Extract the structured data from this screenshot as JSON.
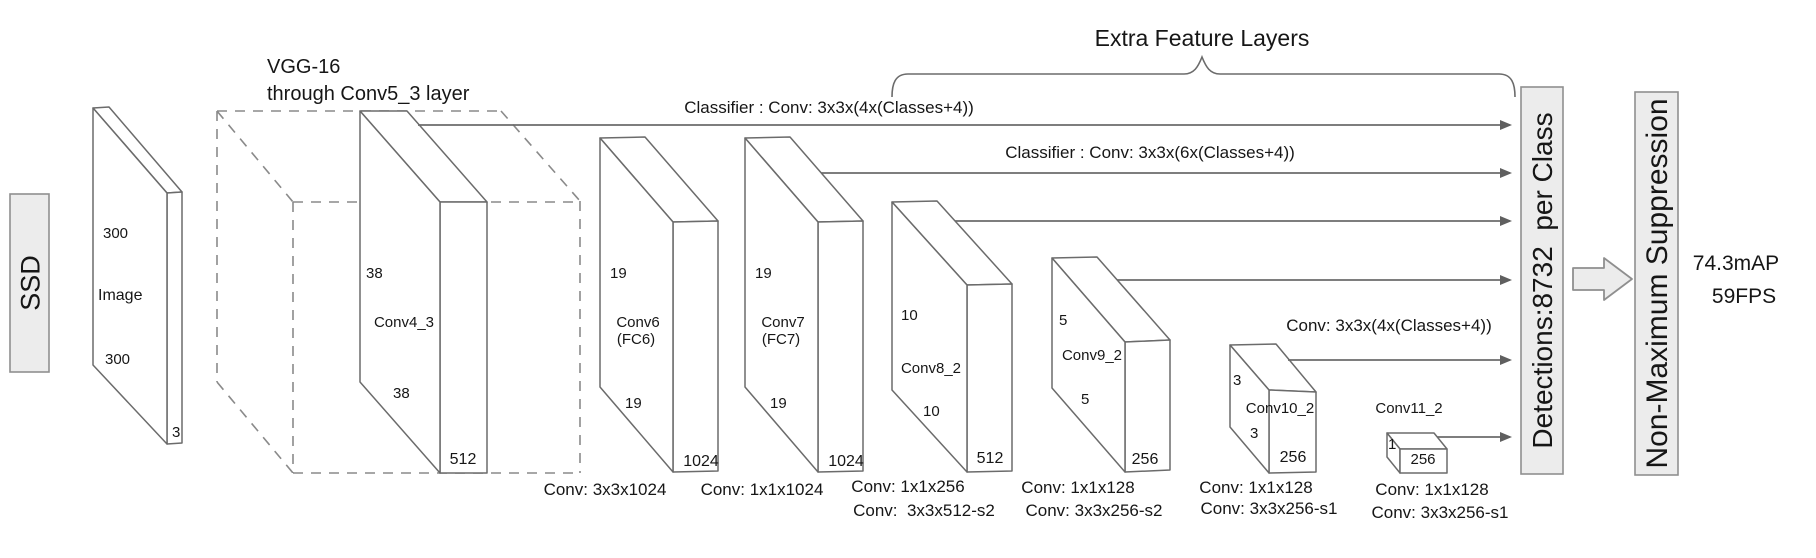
{
  "colors": {
    "line": "#6b6b6b",
    "dashed": "#8a8a8a",
    "box_fill": "#ececec",
    "box_border": "#8f8f8f",
    "face_fill": "#ffffff",
    "text": "#161616"
  },
  "diagram": {
    "model_label": "SSD",
    "input": {
      "name": "Image",
      "h": "300",
      "w": "300",
      "c": "3"
    },
    "vgg": {
      "title_line1": "VGG-16",
      "title_line2": "through Conv5_3 layer"
    },
    "extra_feature_layers_title": "Extra Feature Layers",
    "classifier1": "Classifier : Conv: 3x3x(4x(Classes+4))",
    "classifier2": "Classifier : Conv: 3x3x(6x(Classes+4))",
    "classifier3": "Conv: 3x3x(4x(Classes+4))",
    "layers": [
      {
        "name": "Conv4_3",
        "h": "38",
        "w": "38",
        "c": "512"
      },
      {
        "name": "Conv6",
        "sub": "(FC6)",
        "h": "19",
        "w": "19",
        "c": "1024",
        "op1": "Conv: 3x3x1024"
      },
      {
        "name": "Conv7",
        "sub": "(FC7)",
        "h": "19",
        "w": "19",
        "c": "1024",
        "op1": "Conv: 1x1x1024"
      },
      {
        "name": "Conv8_2",
        "h": "10",
        "w": "10",
        "c": "512",
        "op1": "Conv: 1x1x256",
        "op2": "Conv:  3x3x512-s2"
      },
      {
        "name": "Conv9_2",
        "h": "5",
        "w": "5",
        "c": "256",
        "op1": "Conv: 1x1x128",
        "op2": "Conv: 3x3x256-s2"
      },
      {
        "name": "Conv10_2",
        "h": "3",
        "w": "3",
        "c": "256",
        "op1": "Conv: 1x1x128",
        "op2": "Conv: 3x3x256-s1"
      },
      {
        "name": "Conv11_2",
        "h": "1",
        "c": "256",
        "op1": "Conv: 1x1x128",
        "op2": "Conv: 3x3x256-s1"
      }
    ],
    "detections_label": "Detections:8732  per Class",
    "nms_label": "Non-Maximum Suppression",
    "result_line1": "74.3mAP",
    "result_line2": "59FPS"
  }
}
